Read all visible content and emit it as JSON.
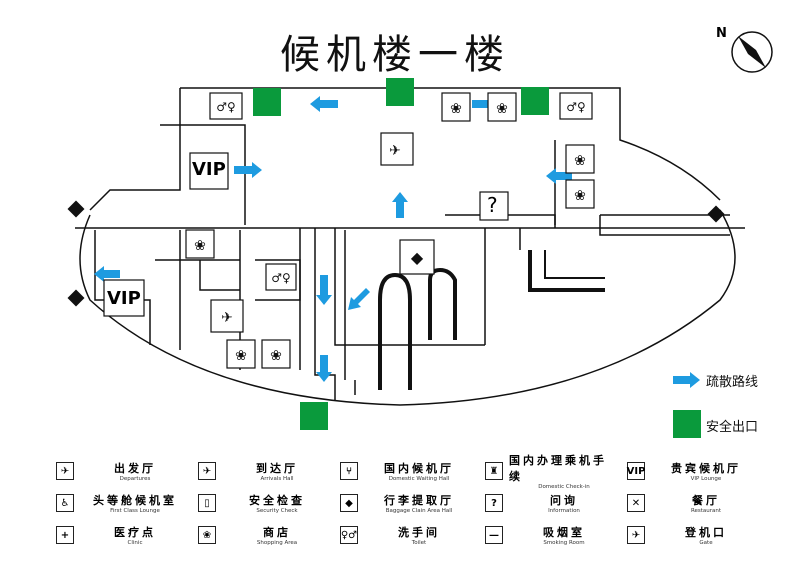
{
  "title": "候机楼一楼",
  "compass": {
    "label": "N"
  },
  "colors": {
    "exit": "#0a9a3c",
    "route": "#1e9be0",
    "line": "#111111"
  },
  "map_labels": {
    "vip_1": "VIP",
    "vip_2": "VIP",
    "info": "?"
  },
  "key": {
    "route_label": "疏散路线",
    "exit_label": "安全出口"
  },
  "legend": [
    {
      "icon": "departures-icon",
      "glyph": "✈",
      "zh": "出发厅",
      "en": "Departures"
    },
    {
      "icon": "arrivals-icon",
      "glyph": "✈",
      "zh": "到达厅",
      "en": "Arrivals Hall"
    },
    {
      "icon": "waiting-hall-icon",
      "glyph": "⑂",
      "zh": "国内候机厅",
      "en": "Domestic Waiting Hall"
    },
    {
      "icon": "check-in-icon",
      "glyph": "♜",
      "zh": "国内办理乘机手续",
      "en": "Domestic Check-in"
    },
    {
      "icon": "vip-icon",
      "glyph": "VIP",
      "zh": "贵宾候机厅",
      "en": "VIP Lounge"
    },
    {
      "icon": "first-class-icon",
      "glyph": "♿",
      "zh": "头等舱候机室",
      "en": "First Class Lounge"
    },
    {
      "icon": "security-icon",
      "glyph": "▯",
      "zh": "安全检查",
      "en": "Security Check"
    },
    {
      "icon": "baggage-icon",
      "glyph": "◆",
      "zh": "行李提取厅",
      "en": "Baggage Clain Area Hall"
    },
    {
      "icon": "information-icon",
      "glyph": "?",
      "zh": "问询",
      "en": "Information"
    },
    {
      "icon": "restaurant-icon",
      "glyph": "✕",
      "zh": "餐厅",
      "en": "Restaurant"
    },
    {
      "icon": "clinic-icon",
      "glyph": "+",
      "zh": "医疗点",
      "en": "Clinic"
    },
    {
      "icon": "shopping-icon",
      "glyph": "❀",
      "zh": "商店",
      "en": "Shopping Area"
    },
    {
      "icon": "toilet-icon",
      "glyph": "♀♂",
      "zh": "洗手间",
      "en": "Toilet"
    },
    {
      "icon": "smoking-icon",
      "glyph": "—",
      "zh": "吸烟室",
      "en": "Smoking Room"
    },
    {
      "icon": "gate-icon",
      "glyph": "✈",
      "zh": "登机口",
      "en": "Gate"
    }
  ]
}
